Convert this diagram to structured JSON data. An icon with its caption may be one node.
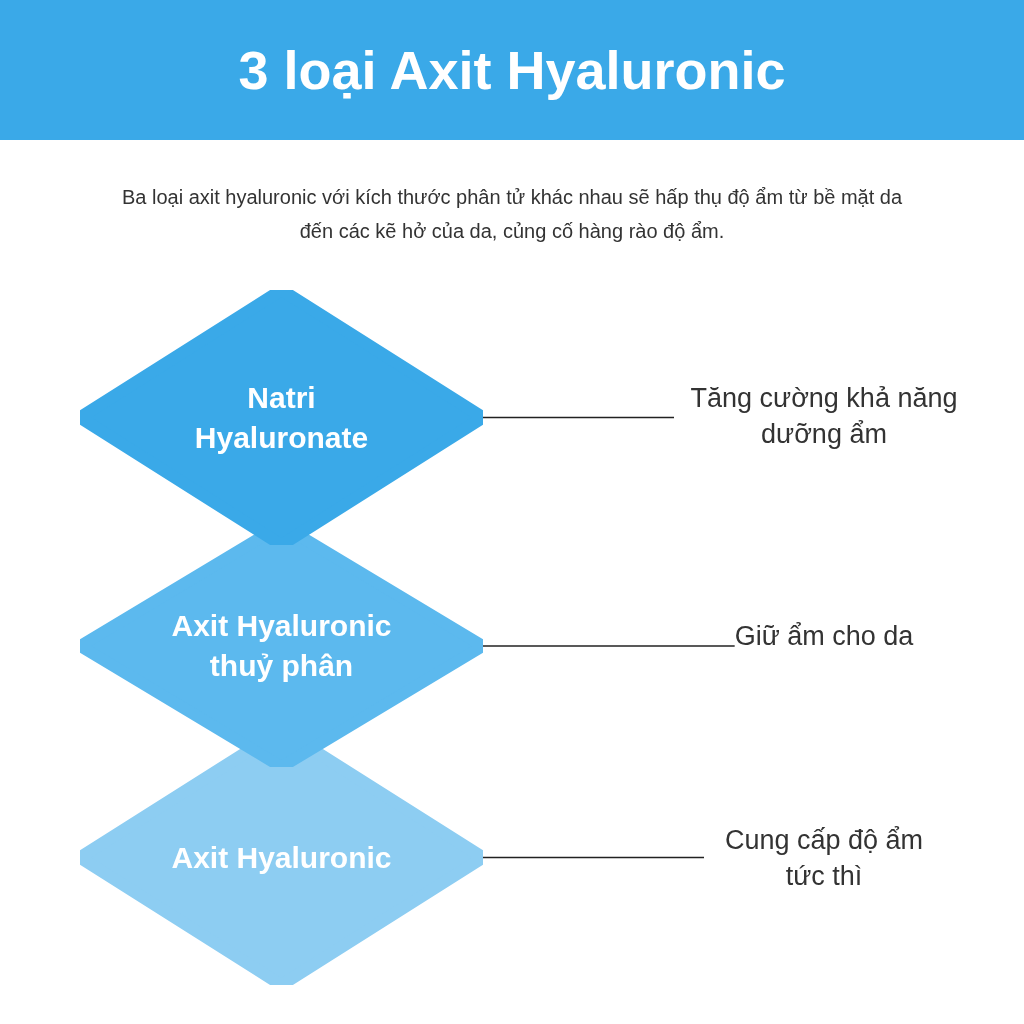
{
  "diagram": {
    "title": "3 loại Axit Hyaluronic",
    "nodes": [
      {
        "text": [
          "Natri Hyaluronate"
        ]
      },
      {
        "text": [
          "Axit Hyaluronic thuỷ phân"
        ]
      },
      {
        "text": [
          "Axit Hyaluronic"
        ]
      },
      {
        "text": [
          "Tăng cường khả năng dưỡng ẩm"
        ]
      },
      {
        "text": [
          "Giữ ẩm cho da"
        ]
      },
      {
        "text": [
          "Cung cấp độ ẩm tức thì"
        ]
      }
    ],
    "edges": [
      {
        "from": 0,
        "to": 3,
        "arrow": "none"
      },
      {
        "from": 1,
        "to": 4,
        "arrow": "none"
      },
      {
        "from": 2,
        "to": 5,
        "arrow": "none"
      }
    ],
    "labels": [
      "Ba loại axit hyaluronic với kích thước phân tử khác nhau sẽ hấp thụ độ ẩm từ bề mặt da đến các kẽ hở của da, củng cố hàng rào độ ẩm."
    ]
  }
}
